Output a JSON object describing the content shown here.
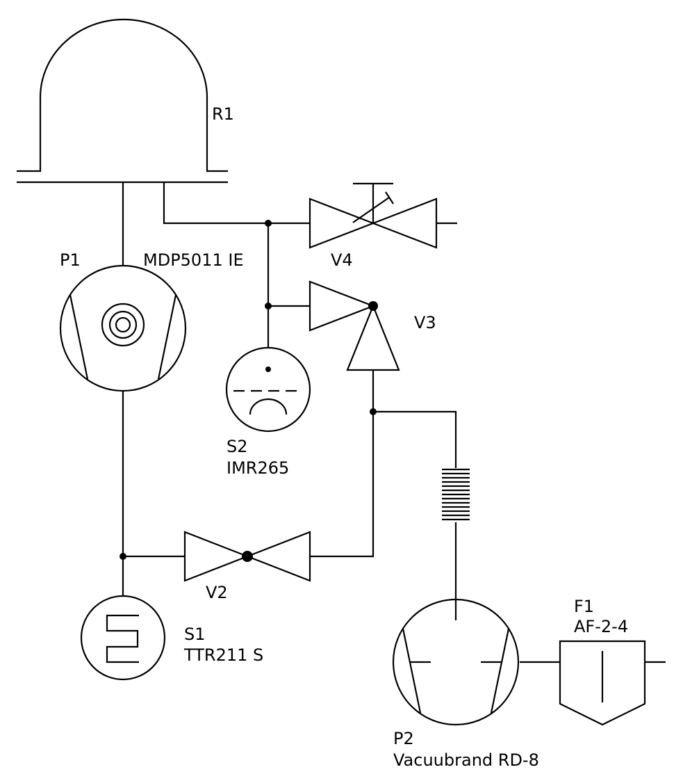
{
  "diagram": {
    "components": {
      "r1": {
        "label": "R1"
      },
      "p1": {
        "label": "P1",
        "model": "MDP5011 IE"
      },
      "v4": {
        "label": "V4"
      },
      "v3": {
        "label": "V3"
      },
      "s2": {
        "label": "S2",
        "model": "IMR265"
      },
      "v2": {
        "label": "V2"
      },
      "s1": {
        "label": "S1",
        "model": "TTR211 S"
      },
      "f1": {
        "label": "F1",
        "model": "AF-2-4"
      },
      "p2": {
        "label": "P2",
        "model": "Vacuubrand RD-8"
      }
    },
    "colors": {
      "stroke": "#000000",
      "background": "#ffffff"
    }
  }
}
